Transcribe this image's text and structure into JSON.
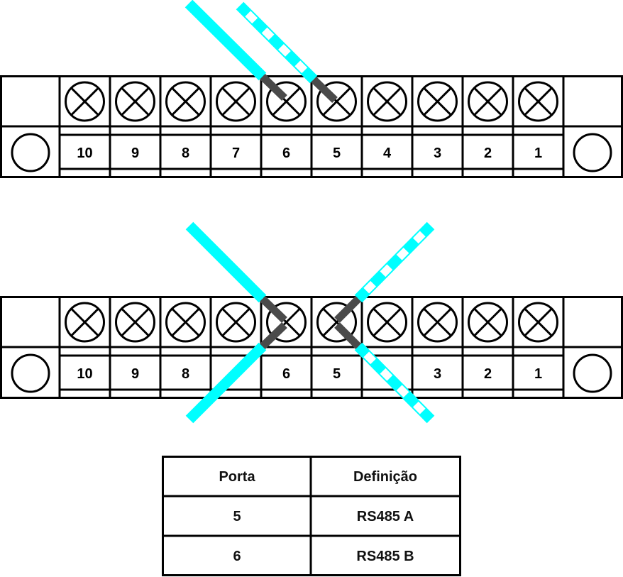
{
  "colors": {
    "wire": "#00ffff",
    "stripe": "#ffffff",
    "lead": "#4a4a4a",
    "line": "#000000"
  },
  "blocks": [
    {
      "name": "terminal-block-straight",
      "labels": [
        "10",
        "9",
        "8",
        "7",
        "6",
        "5",
        "4",
        "3",
        "2",
        "1"
      ]
    },
    {
      "name": "terminal-block-crossed",
      "labels": [
        "10",
        "9",
        "8",
        "",
        "6",
        "5",
        "",
        "3",
        "2",
        "1"
      ]
    }
  ],
  "table": {
    "headers": [
      "Porta",
      "Definição"
    ],
    "rows": [
      [
        "5",
        "RS485 A"
      ],
      [
        "6",
        "RS485 B"
      ]
    ]
  }
}
